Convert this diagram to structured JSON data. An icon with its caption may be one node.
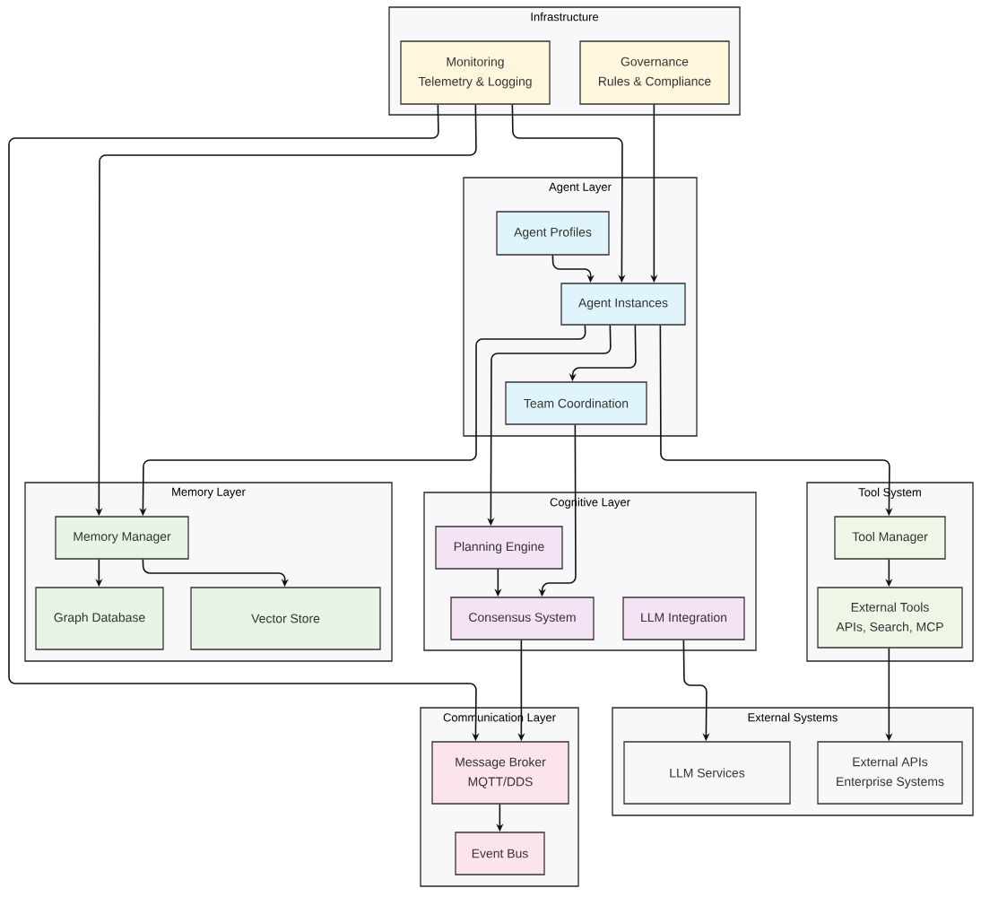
{
  "diagram": {
    "nodes": [
      {
        "text": [
          "Infrastructure"
        ]
      },
      {
        "text": [
          "Monitoring",
          "Telemetry & Logging"
        ],
        "in": 0
      },
      {
        "text": [
          "Governance",
          "Rules & Compliance"
        ],
        "in": 0
      },
      {
        "text": [
          "Agent Layer"
        ]
      },
      {
        "text": [
          "Agent Profiles"
        ],
        "in": 3
      },
      {
        "text": [
          "Agent Instances"
        ],
        "in": 3
      },
      {
        "text": [
          "Team Coordination"
        ],
        "in": 3
      },
      {
        "text": [
          "Memory Layer"
        ]
      },
      {
        "text": [
          "Memory Manager"
        ],
        "in": 7
      },
      {
        "text": [
          "Graph Database"
        ],
        "in": 7
      },
      {
        "text": [
          "Vector Store"
        ],
        "in": 7
      },
      {
        "text": [
          "Cognitive Layer"
        ]
      },
      {
        "text": [
          "Planning Engine"
        ],
        "in": 11
      },
      {
        "text": [
          "Consensus System"
        ],
        "in": 11
      },
      {
        "text": [
          "LLM Integration"
        ],
        "in": 11
      },
      {
        "text": [
          "Tool System"
        ]
      },
      {
        "text": [
          "Tool Manager"
        ],
        "in": 15
      },
      {
        "text": [
          "External Tools",
          "APIs, Search, MCP"
        ],
        "in": 15
      },
      {
        "text": [
          "Communication Layer"
        ]
      },
      {
        "text": [
          "Message Broker",
          "MQTT/DDS"
        ],
        "in": 18
      },
      {
        "text": [
          "Event Bus"
        ],
        "in": 18
      },
      {
        "text": [
          "External Systems"
        ]
      },
      {
        "text": [
          "LLM Services"
        ],
        "in": 21
      },
      {
        "text": [
          "External APIs",
          "Enterprise Systems"
        ],
        "in": 21
      }
    ],
    "edges": [
      {
        "from": 1,
        "to": 19,
        "arrow": "to"
      },
      {
        "from": 1,
        "to": 8,
        "arrow": "to"
      },
      {
        "from": 1,
        "to": 5,
        "arrow": "to"
      },
      {
        "from": 2,
        "to": 5,
        "arrow": "to"
      },
      {
        "from": 4,
        "to": 5,
        "arrow": "to"
      },
      {
        "from": 5,
        "to": 8,
        "arrow": "to"
      },
      {
        "from": 5,
        "to": 12,
        "arrow": "to"
      },
      {
        "from": 5,
        "to": 6,
        "arrow": "to"
      },
      {
        "from": 5,
        "to": 16,
        "arrow": "to"
      },
      {
        "from": 6,
        "to": 13,
        "arrow": "to"
      },
      {
        "from": 12,
        "to": 13,
        "arrow": "to"
      },
      {
        "from": 8,
        "to": 9,
        "arrow": "to"
      },
      {
        "from": 8,
        "to": 10,
        "arrow": "to"
      },
      {
        "from": 13,
        "to": 19,
        "arrow": "to"
      },
      {
        "from": 14,
        "to": 22,
        "arrow": "to"
      },
      {
        "from": 16,
        "to": 17,
        "arrow": "to"
      },
      {
        "from": 17,
        "to": 23,
        "arrow": "to"
      },
      {
        "from": 19,
        "to": 20,
        "arrow": "to"
      }
    ]
  }
}
